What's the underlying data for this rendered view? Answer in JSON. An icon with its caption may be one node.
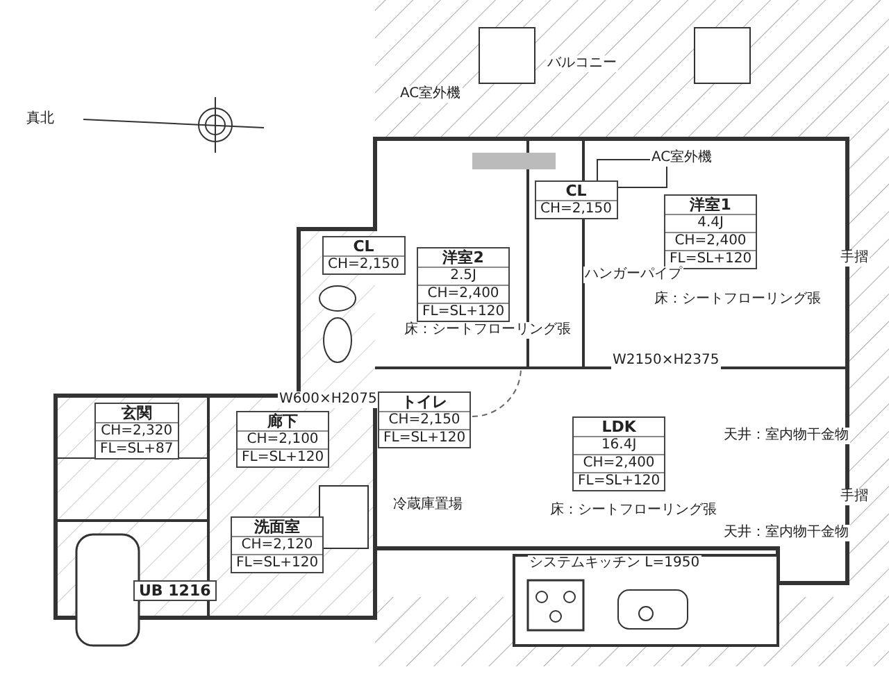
{
  "diagram": {
    "nodes": [
      {
        "text": [
          "洋室1",
          "4.4J",
          "CH=2,400",
          "FL=SL+120"
        ]
      },
      {
        "text": [
          "洋室2",
          "2.5J",
          "CH=2,400",
          "FL=SL+120"
        ]
      },
      {
        "text": [
          "CL",
          "CH=2,150"
        ]
      },
      {
        "text": [
          "CL",
          "CH=2,150"
        ]
      },
      {
        "text": [
          "トイレ",
          "CH=2,150",
          "FL=SL+120"
        ]
      },
      {
        "text": [
          "LDK",
          "16.4J",
          "CH=2,400",
          "FL=SL+120"
        ]
      },
      {
        "text": [
          "玄関",
          "CH=2,320",
          "FL=SL+87"
        ]
      },
      {
        "text": [
          "廊下",
          "CH=2,100",
          "FL=SL+120"
        ]
      },
      {
        "text": [
          "洗面室",
          "CH=2,120",
          "FL=SL+120"
        ]
      },
      {
        "text": [
          "UB 1216"
        ]
      }
    ],
    "labels": [
      "真北",
      "バルコニー",
      "AC室外機",
      "AC室外機",
      "床：シートフローリング張",
      "床：シートフローリング張",
      "ハンガーパイプ",
      "W2150×H2375",
      "W600×H2075",
      "床：シートフローリング張",
      "冷蔵庫置場",
      "天井：室内物干金物",
      "天井：室内物干金物",
      "システムキッチン L=1950",
      "手摺",
      "手摺"
    ]
  }
}
